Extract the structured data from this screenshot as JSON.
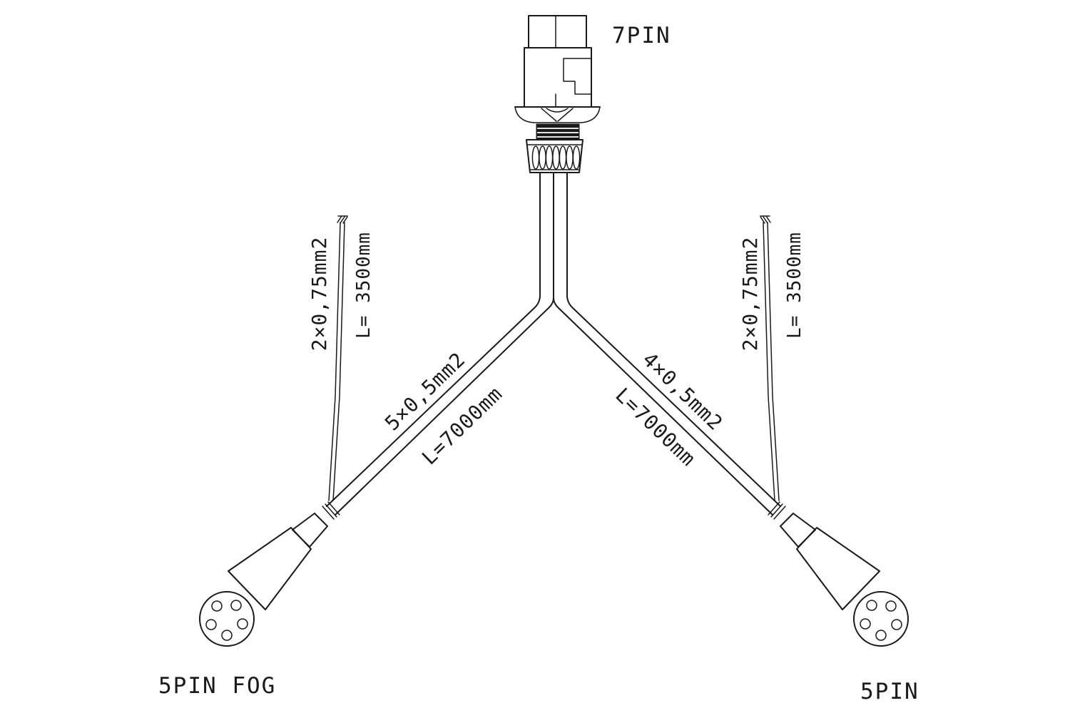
{
  "diagram": {
    "background": "#ffffff",
    "line_color": "#191919",
    "top_connector": {
      "label": "7PIN"
    },
    "left_branch": {
      "aux_wire_spec": "2×0,75mm2",
      "aux_wire_length": "L= 3500mm",
      "cable_spec": "5×0,5mm2",
      "cable_length": "L=7000mm",
      "connector_label": "5PIN FOG"
    },
    "right_branch": {
      "aux_wire_spec": "2×0,75mm2",
      "aux_wire_length": "L= 3500mm",
      "cable_spec": "4×0,5mm2",
      "cable_length": "L=7000mm",
      "connector_label": "5PIN"
    }
  }
}
